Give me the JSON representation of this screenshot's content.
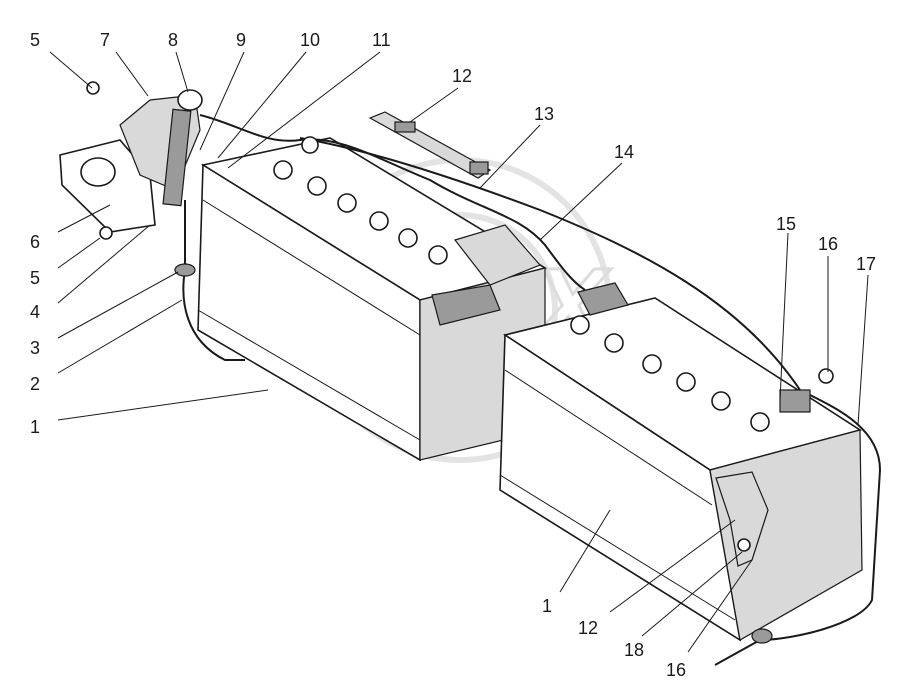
{
  "diagram": {
    "watermark": "OPEX",
    "callouts": [
      {
        "id": "c5a",
        "label": "5"
      },
      {
        "id": "c7",
        "label": "7"
      },
      {
        "id": "c8",
        "label": "8"
      },
      {
        "id": "c9",
        "label": "9"
      },
      {
        "id": "c10",
        "label": "10"
      },
      {
        "id": "c11",
        "label": "11"
      },
      {
        "id": "c12a",
        "label": "12"
      },
      {
        "id": "c13",
        "label": "13"
      },
      {
        "id": "c14",
        "label": "14"
      },
      {
        "id": "c15",
        "label": "15"
      },
      {
        "id": "c16a",
        "label": "16"
      },
      {
        "id": "c17",
        "label": "17"
      },
      {
        "id": "c6",
        "label": "6"
      },
      {
        "id": "c5b",
        "label": "5"
      },
      {
        "id": "c4",
        "label": "4"
      },
      {
        "id": "c3",
        "label": "3"
      },
      {
        "id": "c2",
        "label": "2"
      },
      {
        "id": "c1a",
        "label": "1"
      },
      {
        "id": "c1b",
        "label": "1"
      },
      {
        "id": "c12b",
        "label": "12"
      },
      {
        "id": "c18",
        "label": "18"
      },
      {
        "id": "c16b",
        "label": "16"
      }
    ]
  }
}
